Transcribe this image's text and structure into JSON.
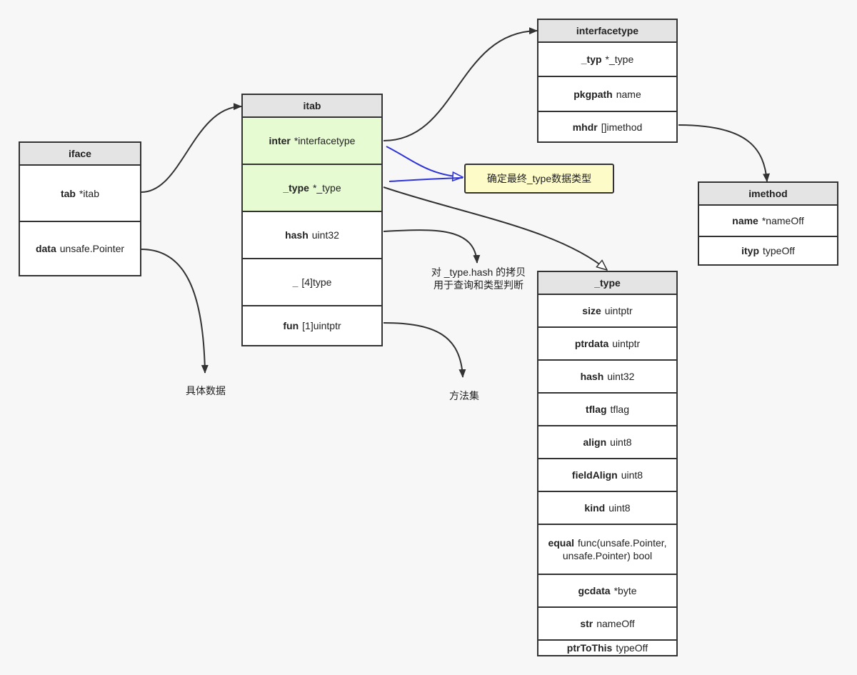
{
  "iface": {
    "title": "iface",
    "fields": [
      {
        "name": "tab",
        "type": "*itab"
      },
      {
        "name": "data",
        "type": "unsafe.Pointer"
      }
    ]
  },
  "itab": {
    "title": "itab",
    "fields": [
      {
        "name": "inter",
        "type": "*interfacetype",
        "highlight": true
      },
      {
        "name": "_type",
        "type": "*_type",
        "highlight": true
      },
      {
        "name": "hash",
        "type": "uint32"
      },
      {
        "name": "_",
        "type": "[4]type"
      },
      {
        "name": "fun",
        "type": "[1]uintptr"
      }
    ]
  },
  "interfacetype": {
    "title": "interfacetype",
    "fields": [
      {
        "name": "_typ",
        "type": "*_type"
      },
      {
        "name": "pkgpath",
        "type": "name"
      },
      {
        "name": "mhdr",
        "type": "[]imethod"
      }
    ]
  },
  "imethod": {
    "title": "imethod",
    "fields": [
      {
        "name": "name",
        "type": "*nameOff"
      },
      {
        "name": "ityp",
        "type": "typeOff"
      }
    ]
  },
  "type_struct": {
    "title": "_type",
    "fields": [
      {
        "name": "size",
        "type": "uintptr"
      },
      {
        "name": "ptrdata",
        "type": "uintptr"
      },
      {
        "name": "hash",
        "type": "uint32"
      },
      {
        "name": "tflag",
        "type": "tflag"
      },
      {
        "name": "align",
        "type": "uint8"
      },
      {
        "name": "fieldAlign",
        "type": "uint8"
      },
      {
        "name": "kind",
        "type": "uint8"
      },
      {
        "name": "equal",
        "type": "func(unsafe.Pointer, unsafe.Pointer) bool"
      },
      {
        "name": "gcdata",
        "type": "*byte"
      },
      {
        "name": "str",
        "type": "nameOff"
      },
      {
        "name": "ptrToThis",
        "type": "typeOff"
      }
    ]
  },
  "annotations": {
    "concrete_data": "具体数据",
    "method_set": "方法集",
    "hash_note_line1": "对 _type.hash 的拷贝",
    "hash_note_line2": "用于查询和类型判断",
    "callout": "确定最终_type数据类型"
  },
  "colors": {
    "background": "#f7f7f7",
    "header": "#e4e4e4",
    "highlight_row": "#e7fbd3",
    "callout_fill": "#fdfbc8",
    "blue_arrow": "#2f35d6",
    "line": "#333333"
  }
}
